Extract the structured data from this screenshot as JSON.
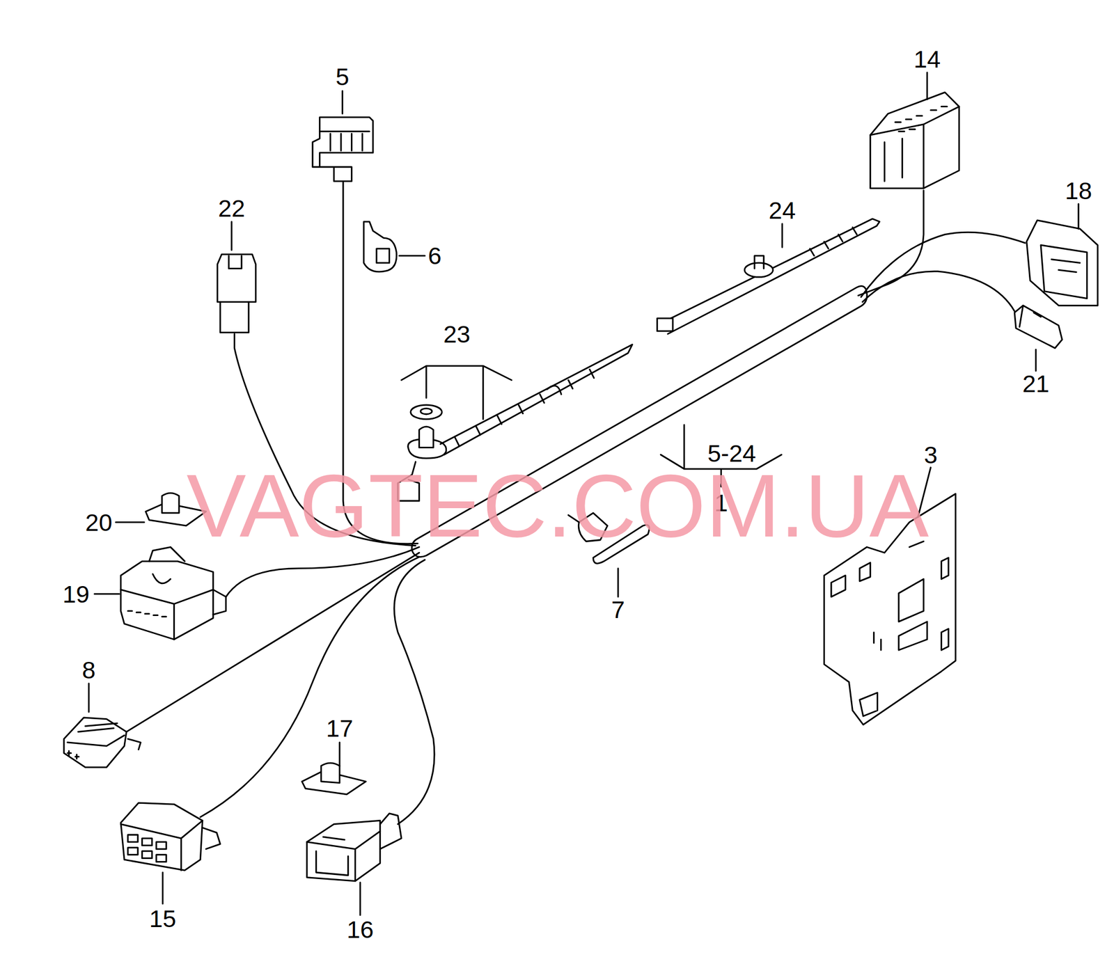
{
  "diagram": {
    "labels": [
      "14",
      "5",
      "18",
      "22",
      "24",
      "6",
      "23",
      "21",
      "5-24",
      "3",
      "1",
      "VAGTEC.COM.UA",
      "20",
      "19",
      "7",
      "8",
      "17",
      "15",
      "16"
    ]
  }
}
